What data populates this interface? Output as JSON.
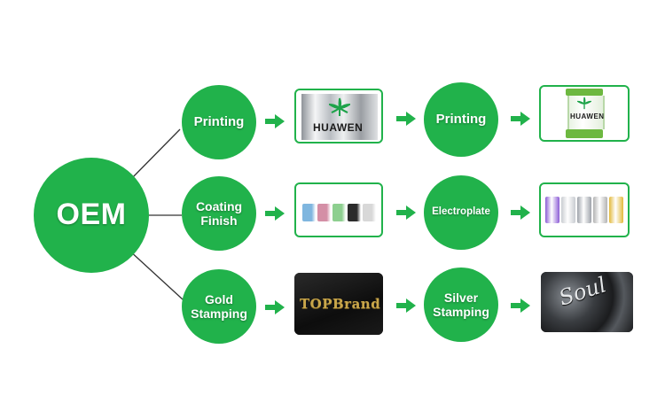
{
  "center": {
    "label": "OEM"
  },
  "rows": [
    {
      "step1": "Printing",
      "step2": "Printing",
      "brand1": "HUAWEN",
      "brand2": "HUAWEN"
    },
    {
      "step1": "Coating Finish",
      "step2": "Electroplate",
      "coating_colors": [
        "#7fb6df",
        "#d48fa6",
        "#8dcf8f",
        "#2b2b2b",
        "#d8d8d8"
      ],
      "electroplate_colors": [
        "#8c5cd6",
        "#c9ccd1",
        "#9ea3aa",
        "#b3b3b3",
        "#e2b93c"
      ]
    },
    {
      "step1": "Gold Stamping",
      "step2": "Silver Stamping",
      "gold_text": "TOPBrand",
      "silver_text": "Soul"
    }
  ],
  "colors": {
    "accent": "#21b24b",
    "line": "#333333"
  }
}
